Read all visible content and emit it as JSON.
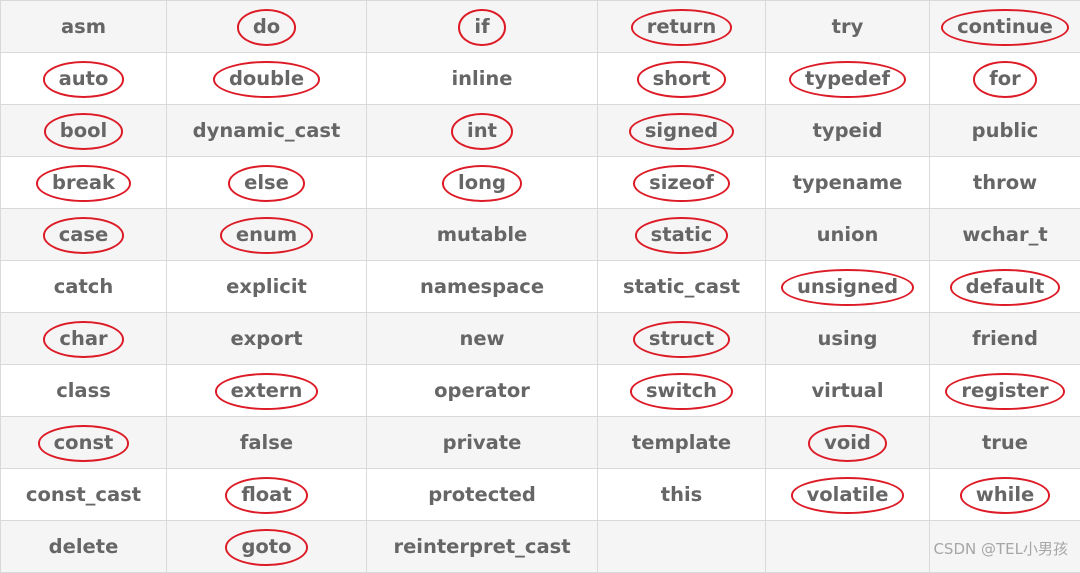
{
  "table": {
    "rows": [
      [
        {
          "text": "asm",
          "circled": false
        },
        {
          "text": "do",
          "circled": true
        },
        {
          "text": "if",
          "circled": true
        },
        {
          "text": "return",
          "circled": true
        },
        {
          "text": "try",
          "circled": false
        },
        {
          "text": "continue",
          "circled": true
        }
      ],
      [
        {
          "text": "auto",
          "circled": true
        },
        {
          "text": "double",
          "circled": true
        },
        {
          "text": "inline",
          "circled": false
        },
        {
          "text": "short",
          "circled": true
        },
        {
          "text": "typedef",
          "circled": true
        },
        {
          "text": "for",
          "circled": true
        }
      ],
      [
        {
          "text": "bool",
          "circled": true
        },
        {
          "text": "dynamic_cast",
          "circled": false
        },
        {
          "text": "int",
          "circled": true
        },
        {
          "text": "signed",
          "circled": true
        },
        {
          "text": "typeid",
          "circled": false
        },
        {
          "text": "public",
          "circled": false
        }
      ],
      [
        {
          "text": "break",
          "circled": true
        },
        {
          "text": "else",
          "circled": true
        },
        {
          "text": "long",
          "circled": true
        },
        {
          "text": "sizeof",
          "circled": true
        },
        {
          "text": "typename",
          "circled": false
        },
        {
          "text": "throw",
          "circled": false
        }
      ],
      [
        {
          "text": "case",
          "circled": true
        },
        {
          "text": "enum",
          "circled": true
        },
        {
          "text": "mutable",
          "circled": false
        },
        {
          "text": "static",
          "circled": true
        },
        {
          "text": "union",
          "circled": false
        },
        {
          "text": "wchar_t",
          "circled": false
        }
      ],
      [
        {
          "text": "catch",
          "circled": false
        },
        {
          "text": "explicit",
          "circled": false
        },
        {
          "text": "namespace",
          "circled": false
        },
        {
          "text": "static_cast",
          "circled": false
        },
        {
          "text": "unsigned",
          "circled": true
        },
        {
          "text": "default",
          "circled": true
        }
      ],
      [
        {
          "text": "char",
          "circled": true
        },
        {
          "text": "export",
          "circled": false
        },
        {
          "text": "new",
          "circled": false
        },
        {
          "text": "struct",
          "circled": true
        },
        {
          "text": "using",
          "circled": false
        },
        {
          "text": "friend",
          "circled": false
        }
      ],
      [
        {
          "text": "class",
          "circled": false
        },
        {
          "text": "extern",
          "circled": true
        },
        {
          "text": "operator",
          "circled": false
        },
        {
          "text": "switch",
          "circled": true
        },
        {
          "text": "virtual",
          "circled": false
        },
        {
          "text": "register",
          "circled": true
        }
      ],
      [
        {
          "text": "const",
          "circled": true
        },
        {
          "text": "false",
          "circled": false
        },
        {
          "text": "private",
          "circled": false
        },
        {
          "text": "template",
          "circled": false
        },
        {
          "text": "void",
          "circled": true
        },
        {
          "text": "true",
          "circled": false
        }
      ],
      [
        {
          "text": "const_cast",
          "circled": false
        },
        {
          "text": "float",
          "circled": true
        },
        {
          "text": "protected",
          "circled": false
        },
        {
          "text": "this",
          "circled": false
        },
        {
          "text": "volatile",
          "circled": true
        },
        {
          "text": "while",
          "circled": true
        }
      ],
      [
        {
          "text": "delete",
          "circled": false
        },
        {
          "text": "goto",
          "circled": true
        },
        {
          "text": "reinterpret_cast",
          "circled": false
        },
        {
          "text": "",
          "circled": false
        },
        {
          "text": "",
          "circled": false
        },
        {
          "text": "",
          "circled": false
        }
      ]
    ]
  },
  "watermark": "CSDN @TEL小男孩",
  "colors": {
    "circle": "#dd1b26",
    "text": "#666666",
    "border": "#d9d9d9",
    "stripe": "#f5f5f5"
  }
}
